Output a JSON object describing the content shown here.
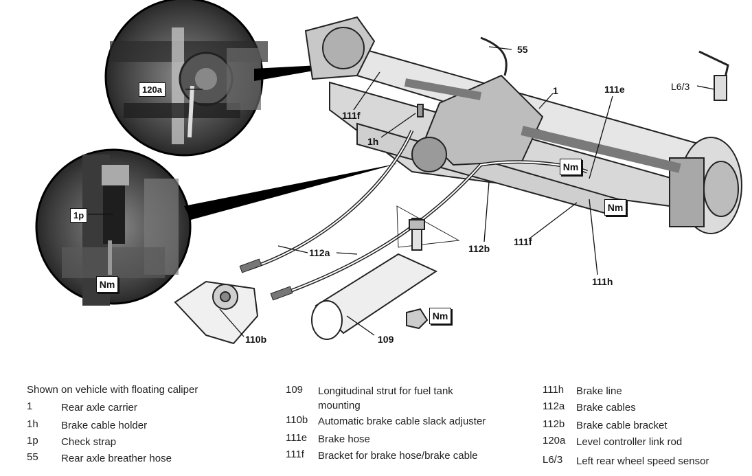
{
  "callouts": {
    "c55": "55",
    "c1": "1",
    "c111e": "111e",
    "cL63": "L6/3",
    "c111f_top": "111f",
    "c1h": "1h",
    "c120a": "120a",
    "c1p": "1p",
    "c112a": "112a",
    "c112b": "112b",
    "c111f_mid": "111f",
    "c111h": "111h",
    "c110b": "110b",
    "c109": "109"
  },
  "torque_label": "Nm",
  "legend": {
    "caption": "Shown on vehicle with floating caliper",
    "col1": [
      {
        "code": "1",
        "desc": "Rear axle carrier"
      },
      {
        "code": "1h",
        "desc": "Brake cable holder"
      },
      {
        "code": "1p",
        "desc": "Check strap"
      },
      {
        "code": "55",
        "desc": "Rear axle breather hose"
      }
    ],
    "col2": [
      {
        "code": "109",
        "desc": "Longitudinal strut for fuel tank mounting"
      },
      {
        "code": "110b",
        "desc": "Automatic brake cable slack adjuster"
      },
      {
        "code": "111e",
        "desc": "Brake hose"
      },
      {
        "code": "111f",
        "desc": "Bracket for brake hose/brake cable"
      }
    ],
    "col3": [
      {
        "code": "111h",
        "desc": "Brake line"
      },
      {
        "code": "112a",
        "desc": "Brake cables"
      },
      {
        "code": "112b",
        "desc": "Brake cable bracket"
      },
      {
        "code": "120a",
        "desc": "Level controller link rod"
      },
      {
        "code": "L6/3",
        "desc": "Left rear wheel speed sensor"
      }
    ]
  }
}
